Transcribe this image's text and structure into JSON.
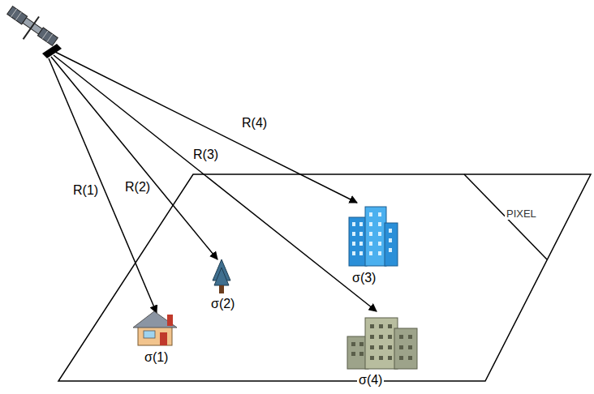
{
  "diagram": {
    "labels": [
      "R(4)",
      "R(3)",
      "R(2)",
      "R(1)",
      "PIXEL",
      "σ(3)",
      "σ(2)",
      "σ(1)",
      "σ(4)"
    ]
  }
}
